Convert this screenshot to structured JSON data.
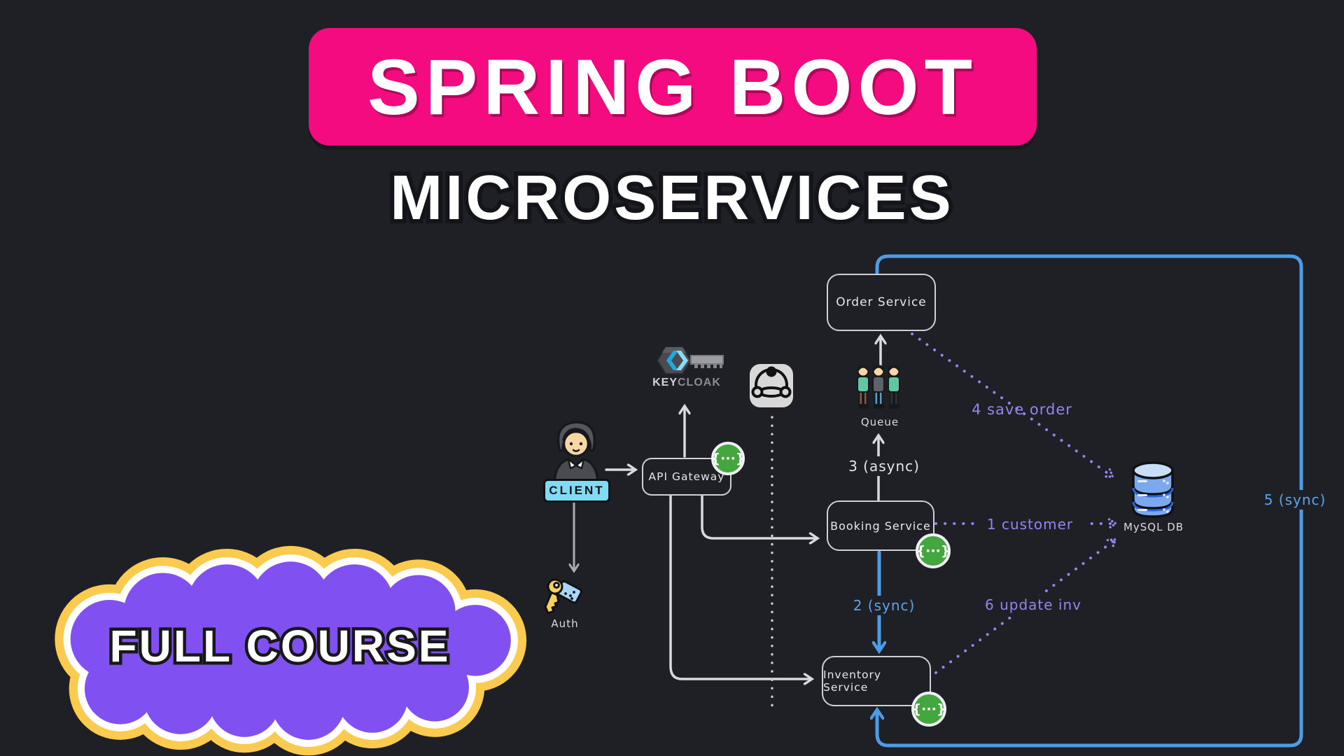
{
  "header": {
    "title": "SPRING BOOT",
    "subtitle": "MICROSERVICES",
    "badge": "FULL COURSE"
  },
  "diagram": {
    "client": {
      "label": "CLIENT"
    },
    "auth": {
      "label": "Auth"
    },
    "keycloak": {
      "brand_key": "KEY",
      "brand_cloak": "CLOAK"
    },
    "api_gateway": {
      "label": "API Gateway"
    },
    "order_service": {
      "label": "Order Service"
    },
    "queue": {
      "label": "Queue"
    },
    "booking_service": {
      "label": "Booking Service"
    },
    "inventory_service": {
      "label": "Inventory Service"
    },
    "mysql_db": {
      "label": "MySQL DB"
    },
    "code_icon": {
      "glyph": "{···}"
    },
    "edges": {
      "customer": "1 customer",
      "sync2": "2 (sync)",
      "async3": "3 (async)",
      "save_order": "4 save order",
      "sync5": "5 (sync)",
      "update_inv": "6 update inv"
    }
  },
  "colors": {
    "background": "#1E2026",
    "title_pink": "#F40B7F",
    "badge_purple": "#8050F0",
    "badge_yellow": "#FBCB4F",
    "edge_purple": "#9583EE",
    "edge_blue": "#4C9CE8",
    "code_green": "#44A63E",
    "client_cyan": "#82DBF4"
  }
}
